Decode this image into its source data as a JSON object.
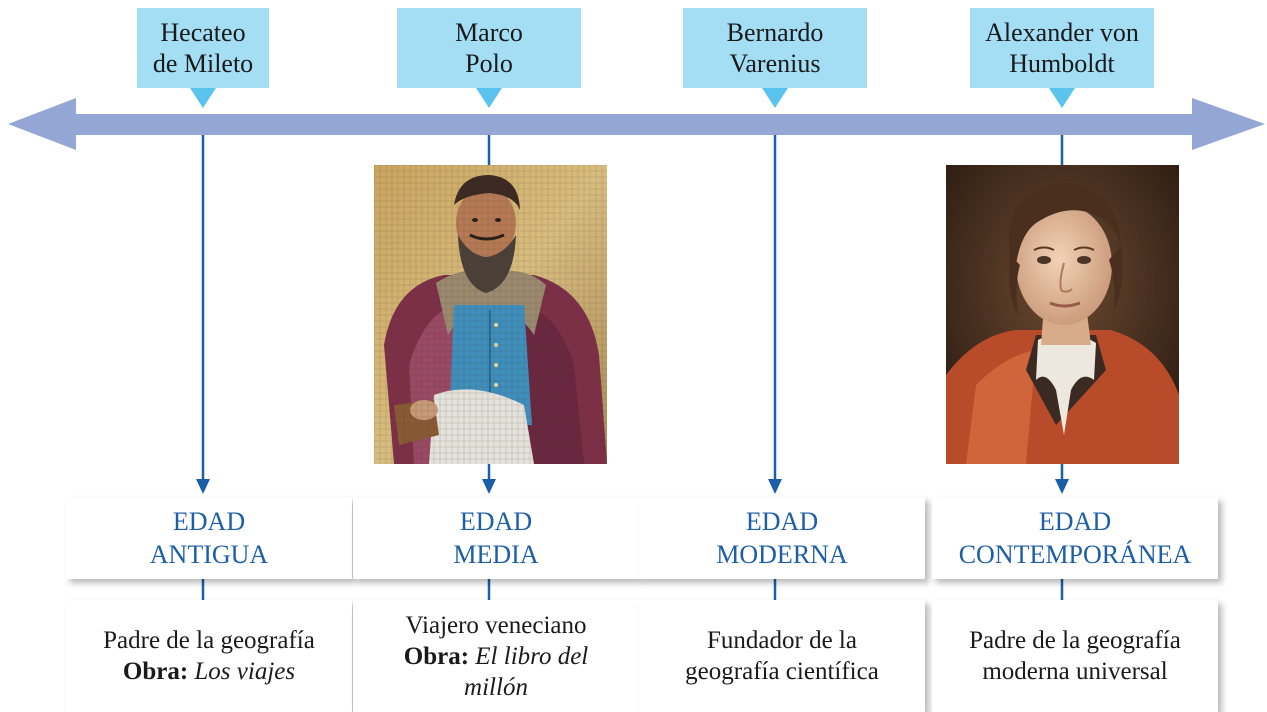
{
  "colors": {
    "axis_arrow": "#94a6d3",
    "connector_line": "#1d5ea8",
    "name_box": "#a3def5",
    "name_pointer": "#5bc4ee",
    "era_text": "#1d5ea8"
  },
  "figures": [
    {
      "name_line1": "Hecateo",
      "name_line2": "de Mileto",
      "era_line1": "EDAD",
      "era_line2": "ANTIGUA",
      "desc_line1": "Padre de la geografía",
      "work_label": "Obra:",
      "work_title": "Los viajes"
    },
    {
      "name_line1": "Marco",
      "name_line2": "Polo",
      "era_line1": "EDAD",
      "era_line2": "MEDIA",
      "desc_line1": "Viajero veneciano",
      "work_label": "Obra:",
      "work_title_part1": "El libro del",
      "work_title_part2": "millón"
    },
    {
      "name_line1": "Bernardo",
      "name_line2": "Varenius",
      "era_line1": "EDAD",
      "era_line2": "MODERNA",
      "desc_line1": "Fundador de la",
      "desc_line2": "geografía científica"
    },
    {
      "name_line1": "Alexander von",
      "name_line2": "Humboldt",
      "era_line1": "EDAD",
      "era_line2": "CONTEMPORÁNEA",
      "desc_line1": "Padre de la geografía",
      "desc_line2": "moderna universal"
    }
  ]
}
